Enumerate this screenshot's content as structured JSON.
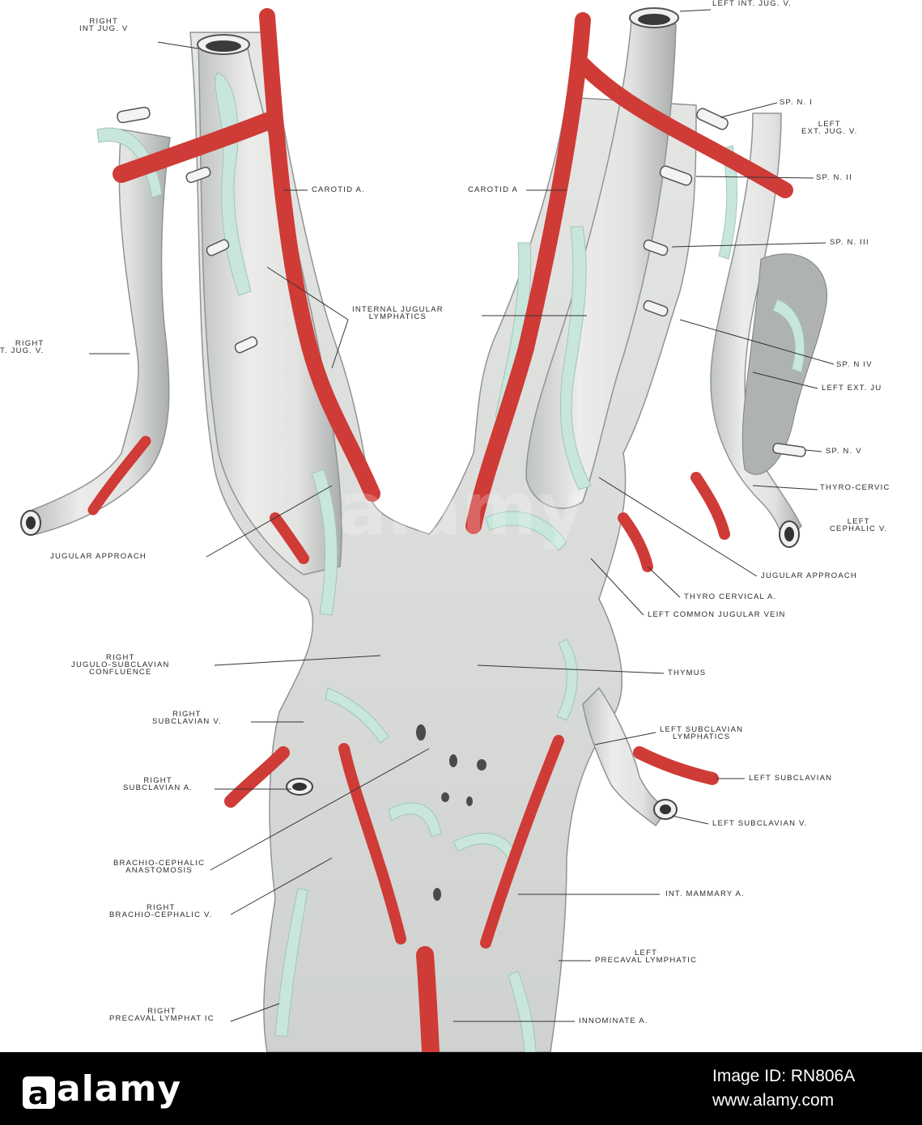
{
  "figure": {
    "labels": {
      "right_int_jug_v": "RIGHT\nINT JUG. V",
      "left_int_jug_v": "LEFT INT. JUG. V.",
      "sp_n_i": "SP. N. I",
      "left_ext_jug_v_top": "LEFT\nEXT. JUG. V.",
      "sp_n_ii": "SP. N. II",
      "carotid_a_right": "CAROTID A.",
      "carotid_a_left": "CAROTID A",
      "sp_n_iii": "SP. N. III",
      "internal_jugular_lymphatics": "INTERNAL JUGULAR\nLYMPHATICS",
      "right_ext_jug_v": "RIGHT\nT. JUG. V.",
      "sp_n_iv": "SP. N IV",
      "left_ext_jug": "LEFT EXT. JU",
      "sp_n_v": "SP. N. V",
      "thyro_cervic": "THYRO-CERVIC",
      "left_cephalic_v": "LEFT\nCEPHALIC V.",
      "jugular_approach_left": "JUGULAR APPROACH",
      "jugular_approach_right": "JUGULAR APPROACH",
      "thyro_cervical_a": "THYRO CERVICAL A.",
      "left_common_jugular_vein": "LEFT COMMON JUGULAR VEIN",
      "right_jugulo_subclavian_confluence": "RIGHT\nJUGULO-SUBCLAVIAN\nCONFLUENCE",
      "thymus": "THYMUS",
      "right_subclavian_v": "RIGHT\nSUBCLAVIAN V.",
      "left_subclavian_lymphatics": "LEFT SUBCLAVIAN\nLYMPHATICS",
      "right_subclavian_a": "RIGHT\nSUBCLAVIAN A.",
      "left_subclavian": "LEFT SUBCLAVIAN",
      "left_subclavian_v": "LEFT SUBCLAVIAN V.",
      "brachio_cephalic_anastomosis": "BRACHIO-CEPHALIC\nANASTOMOSIS",
      "right_brachio_cephalic_v": "RIGHT\nBRACHIO-CEPHALIC V.",
      "int_mammary_a": "INT. MAMMARY A.",
      "left_precaval_lymphatic": "LEFT\nPRECAVAL LYMPHATIC",
      "right_precaval_lymphatic": "RIGHT\nPRECAVAL LYMPHAT IC",
      "innominate_a": "INNOMINATE A."
    }
  },
  "watermark": {
    "text": "alamy"
  },
  "footer": {
    "logo": "alamy",
    "image_id": "Image ID: RN806A",
    "url": "www.alamy.com"
  },
  "colors": {
    "vein": "#e4e4e2",
    "vein_shade": "#b9bdbc",
    "artery": "#cf3b36",
    "lymphatic": "#c8e6dc",
    "background": "#ffffff",
    "footer": "#000000"
  }
}
